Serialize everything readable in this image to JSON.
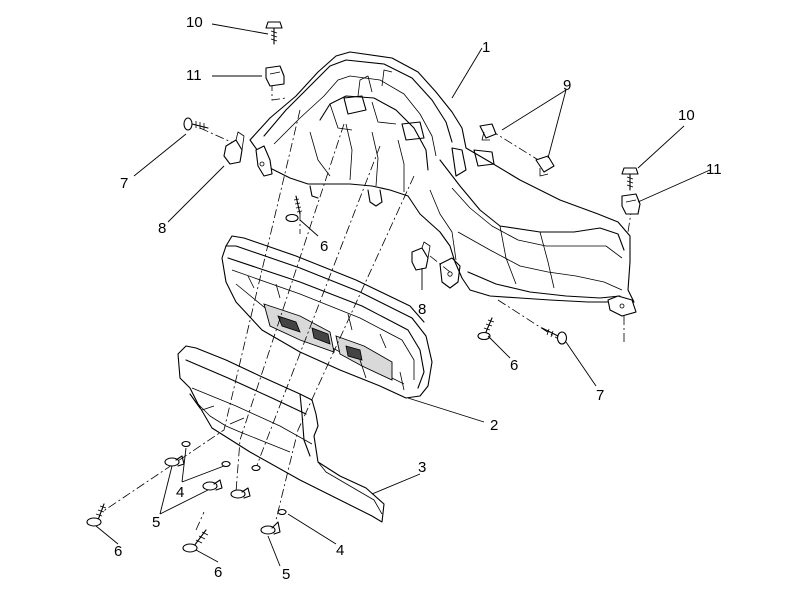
{
  "diagram": {
    "callouts": [
      {
        "id": "c1",
        "label": "1"
      },
      {
        "id": "c2",
        "label": "2"
      },
      {
        "id": "c3",
        "label": "3"
      },
      {
        "id": "c4a",
        "label": "4"
      },
      {
        "id": "c4b",
        "label": "4"
      },
      {
        "id": "c5a",
        "label": "5"
      },
      {
        "id": "c5b",
        "label": "5"
      },
      {
        "id": "c6a",
        "label": "6"
      },
      {
        "id": "c6b",
        "label": "6"
      },
      {
        "id": "c6c",
        "label": "6"
      },
      {
        "id": "c6d",
        "label": "6"
      },
      {
        "id": "c7a",
        "label": "7"
      },
      {
        "id": "c7b",
        "label": "7"
      },
      {
        "id": "c8a",
        "label": "8"
      },
      {
        "id": "c8b",
        "label": "8"
      },
      {
        "id": "c9",
        "label": "9"
      },
      {
        "id": "c10a",
        "label": "10"
      },
      {
        "id": "c10b",
        "label": "10"
      },
      {
        "id": "c11a",
        "label": "11"
      },
      {
        "id": "c11b",
        "label": "11"
      }
    ]
  }
}
